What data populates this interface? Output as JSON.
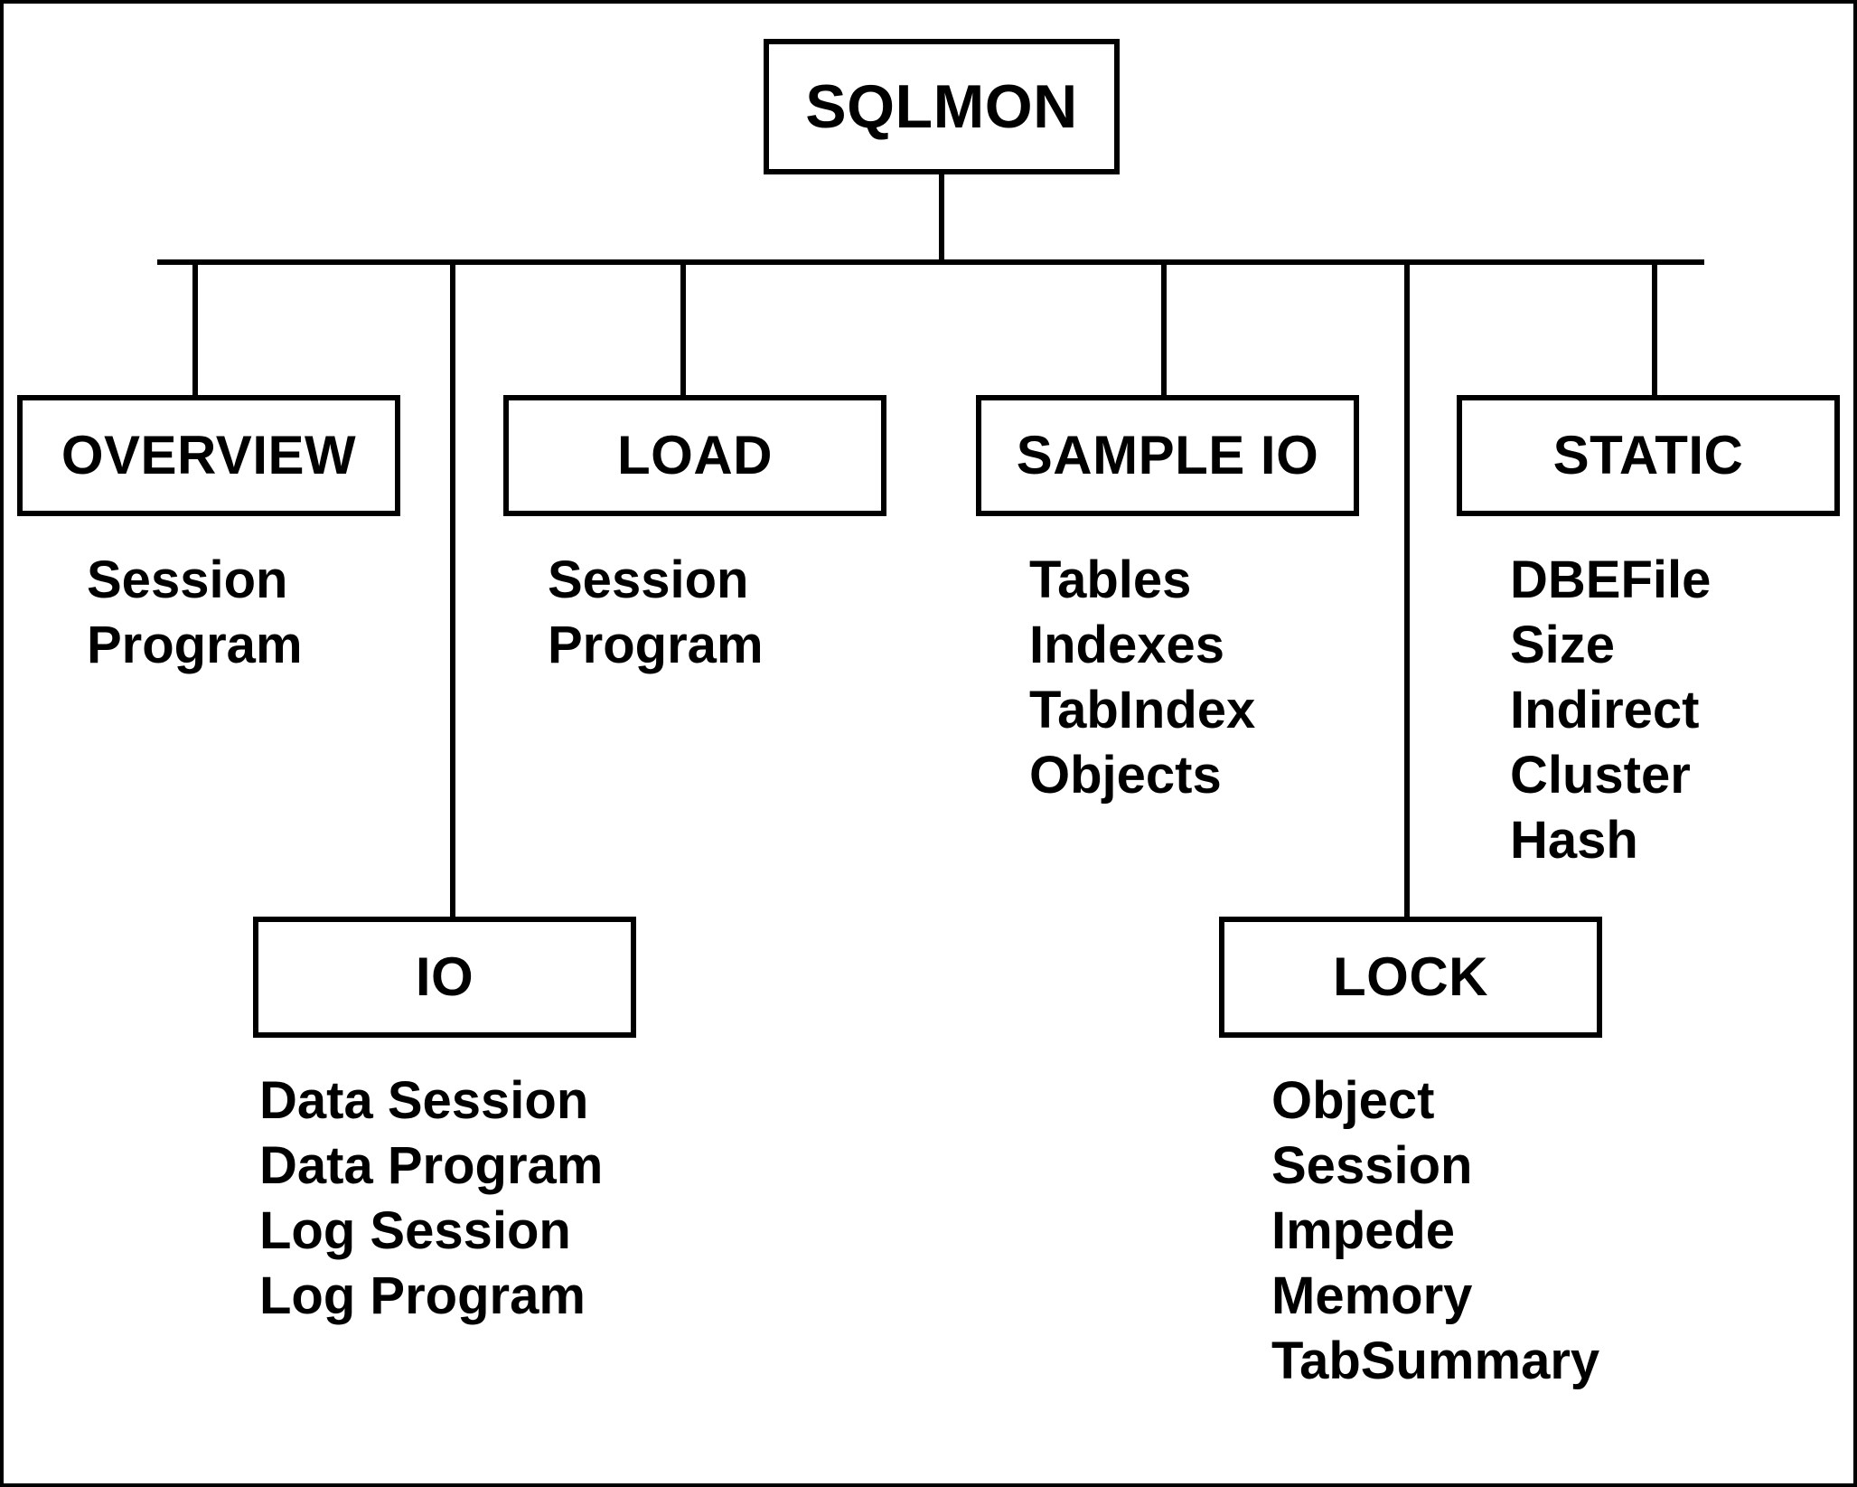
{
  "diagram": {
    "type": "tree",
    "title": "SQLMON",
    "root": {
      "label": "SQLMON"
    },
    "nodes": {
      "overview": {
        "label": "OVERVIEW",
        "items": [
          "Session",
          "Program"
        ]
      },
      "io": {
        "label": "IO",
        "items": [
          "Data Session",
          "Data Program",
          "Log Session",
          "Log Program"
        ]
      },
      "load": {
        "label": "LOAD",
        "items": [
          "Session",
          "Program"
        ]
      },
      "sample_io": {
        "label": "SAMPLE IO",
        "items": [
          "Tables",
          "Indexes",
          "TabIndex",
          "Objects"
        ]
      },
      "lock": {
        "label": "LOCK",
        "items": [
          "Object",
          "Session",
          "Impede",
          "Memory",
          "TabSummary"
        ]
      },
      "static": {
        "label": "STATIC",
        "items": [
          "DBEFile",
          "Size",
          "Indirect",
          "Cluster",
          "Hash"
        ]
      }
    },
    "colors": {
      "line": "#000000",
      "text": "#000000",
      "background": "#ffffff"
    }
  }
}
